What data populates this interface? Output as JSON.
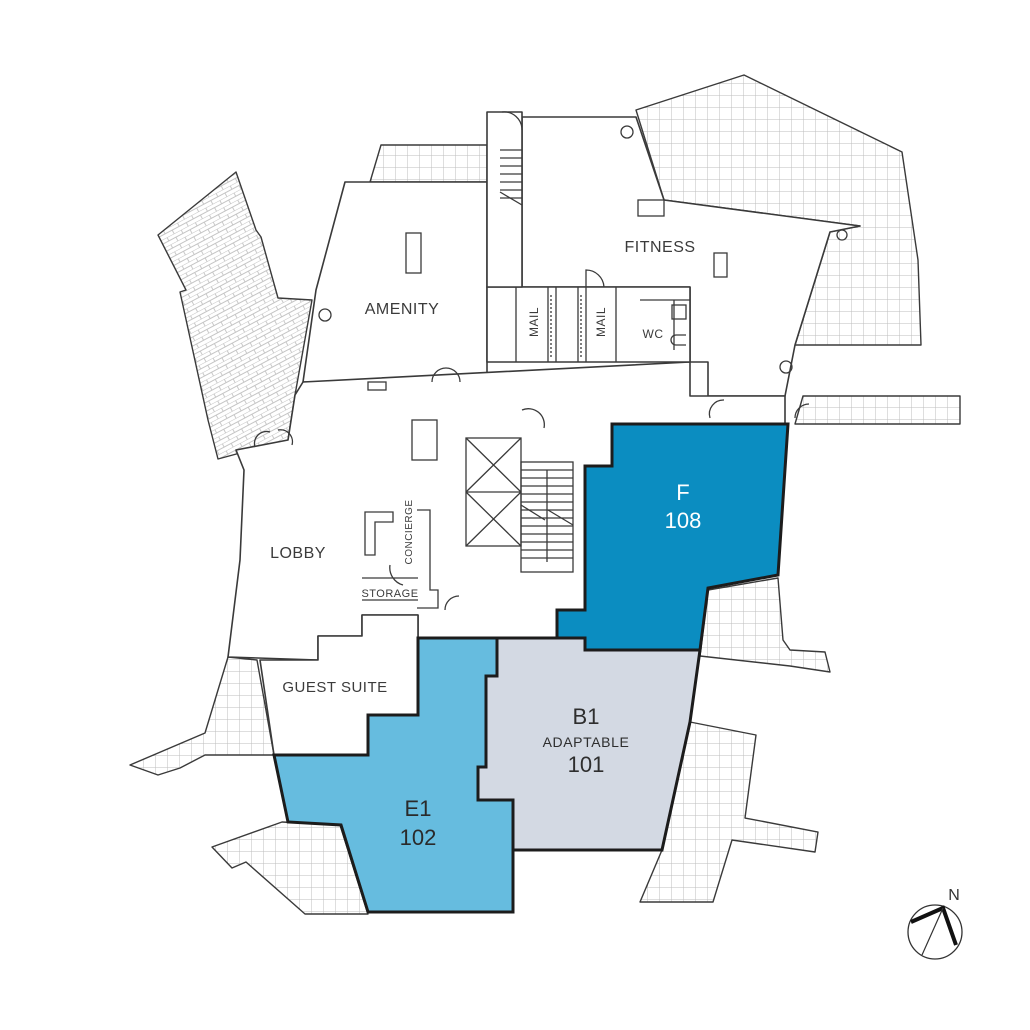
{
  "plan": {
    "rooms": {
      "amenity": "AMENITY",
      "fitness": "FITNESS",
      "mail_1": "MAIL",
      "mail_2": "MAIL",
      "wc": "WC",
      "lobby": "LOBBY",
      "concierge": "CONCIERGE",
      "storage": "STORAGE",
      "guest_suite": "GUEST SUITE"
    },
    "units": [
      {
        "type": "F",
        "subtitle": "",
        "number": "108",
        "fill": "#0B8DC1",
        "text_color": "#ffffff"
      },
      {
        "type": "B1",
        "subtitle": "ADAPTABLE",
        "number": "101",
        "fill": "#D3D9E3",
        "text_color": "#2e2e2e"
      },
      {
        "type": "E1",
        "subtitle": "",
        "number": "102",
        "fill": "#66BCDF",
        "text_color": "#2a2a2a"
      }
    ],
    "compass": {
      "label": "N"
    },
    "colors": {
      "outline": "#3a3a3a",
      "unit_border": "#1c1c1c",
      "hatch": "#bdbdbd",
      "background": "#ffffff"
    }
  }
}
